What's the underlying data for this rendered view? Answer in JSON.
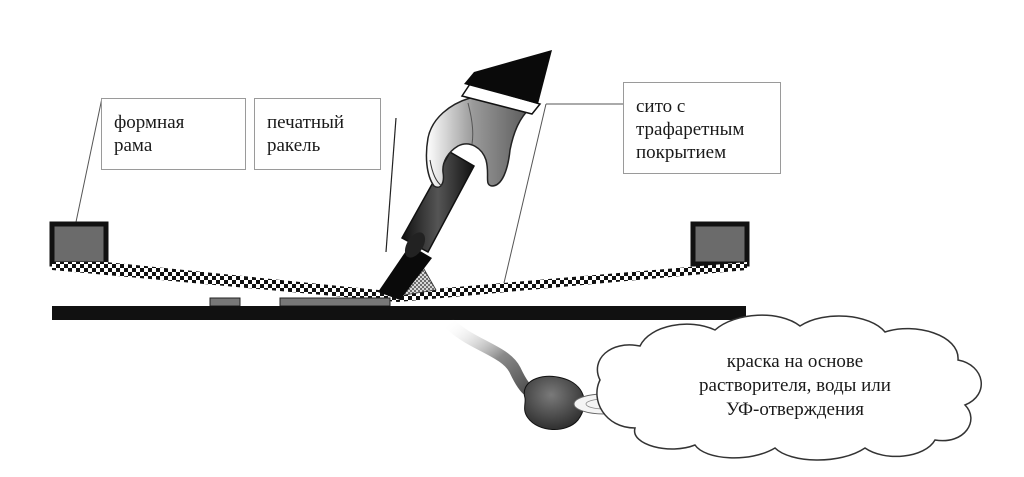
{
  "labels": {
    "frame": {
      "line1": "формная",
      "line2": "рама"
    },
    "squeegee": {
      "line1": "печатный",
      "line2": "ракель"
    },
    "screen": {
      "line1": "сито с",
      "line2": "трафаретным",
      "line3": "покрытием"
    },
    "ink": {
      "line1": "краска на основе",
      "line2": "растворителя, воды или",
      "line3": "УФ-отверждения"
    }
  },
  "colors": {
    "frame_fill": "#6b6b6b",
    "frame_border": "#111111",
    "substrate": "#111111",
    "label_border": "#9a9a9a"
  }
}
